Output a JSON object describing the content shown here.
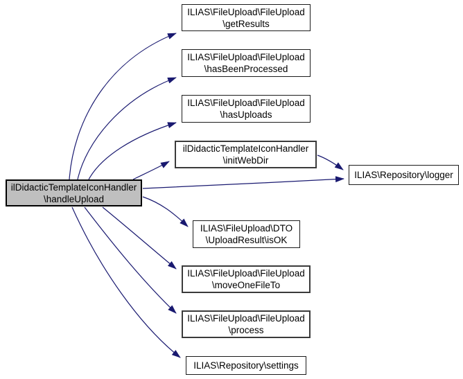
{
  "diagram": {
    "kind": "call-graph",
    "colors": {
      "edge": "#191970",
      "node_fill": "#ffffff",
      "highlight_node_fill": "#bfbfbf",
      "node_border": "#1a1a1a",
      "highlight_node_border": "#000000",
      "background": "#ffffff"
    },
    "nodes": [
      {
        "id": "handleUpload",
        "lines": [
          "ilDidacticTemplateIconHandler",
          "\\handleUpload"
        ],
        "highlighted": true
      },
      {
        "id": "getResults",
        "lines": [
          "ILIAS\\FileUpload\\FileUpload",
          "\\getResults"
        ],
        "highlighted": false
      },
      {
        "id": "hasBeenProcessed",
        "lines": [
          "ILIAS\\FileUpload\\FileUpload",
          "\\hasBeenProcessed"
        ],
        "highlighted": false
      },
      {
        "id": "hasUploads",
        "lines": [
          "ILIAS\\FileUpload\\FileUpload",
          "\\hasUploads"
        ],
        "highlighted": false
      },
      {
        "id": "initWebDir",
        "lines": [
          "ilDidacticTemplateIconHandler",
          "\\initWebDir"
        ],
        "highlighted": false
      },
      {
        "id": "logger",
        "lines": [
          "ILIAS\\Repository\\logger"
        ],
        "highlighted": false
      },
      {
        "id": "isOK",
        "lines": [
          "ILIAS\\FileUpload\\DTO",
          "\\UploadResult\\isOK"
        ],
        "highlighted": false
      },
      {
        "id": "moveOneFileTo",
        "lines": [
          "ILIAS\\FileUpload\\FileUpload",
          "\\moveOneFileTo"
        ],
        "highlighted": false
      },
      {
        "id": "process",
        "lines": [
          "ILIAS\\FileUpload\\FileUpload",
          "\\process"
        ],
        "highlighted": false
      },
      {
        "id": "settings",
        "lines": [
          "ILIAS\\Repository\\settings"
        ],
        "highlighted": false
      }
    ],
    "edges": [
      {
        "from": "handleUpload",
        "to": "getResults"
      },
      {
        "from": "handleUpload",
        "to": "hasBeenProcessed"
      },
      {
        "from": "handleUpload",
        "to": "hasUploads"
      },
      {
        "from": "handleUpload",
        "to": "initWebDir"
      },
      {
        "from": "handleUpload",
        "to": "logger"
      },
      {
        "from": "initWebDir",
        "to": "logger"
      },
      {
        "from": "handleUpload",
        "to": "isOK"
      },
      {
        "from": "handleUpload",
        "to": "moveOneFileTo"
      },
      {
        "from": "handleUpload",
        "to": "process"
      },
      {
        "from": "handleUpload",
        "to": "settings"
      }
    ]
  }
}
